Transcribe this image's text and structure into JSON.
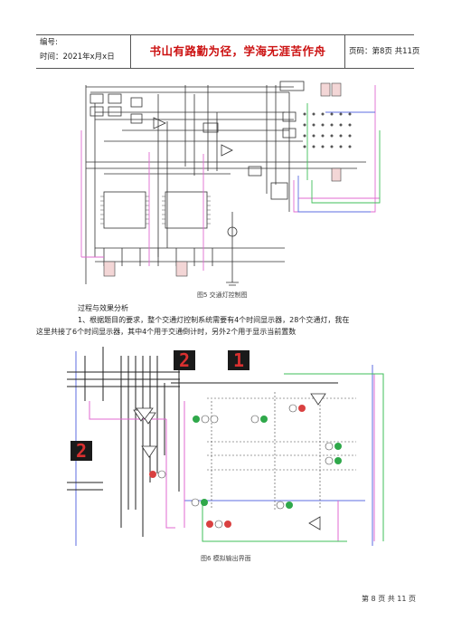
{
  "header": {
    "serial_label": "编号:",
    "time_label": "时间：2021年x月x日",
    "motto": "书山有路勤为径，学海无涯苦作舟",
    "page_info": "页码：第8页 共11页"
  },
  "figure5": {
    "caption": "图5   交通灯控制图"
  },
  "body": {
    "heading": "过程与效果分析",
    "paragraph_line1": "1、根据题目的要求，整个交通灯控制系统需要有4个时间显示器，28个交通灯，我在",
    "paragraph_line2": "这里共接了6个时间显示器，其中4个用于交通倒计时，另外2个用于显示当前置数"
  },
  "figure6": {
    "caption": "图6   模拟输出界面",
    "display_digits": [
      "2",
      "1",
      "2"
    ]
  },
  "footer": {
    "page_text": "第 8 页 共 11 页"
  },
  "colors": {
    "motto": "#cc1111",
    "wire_pink": "#e06ad2",
    "wire_green": "#3fbf5a",
    "wire_blue": "#5c6ee0",
    "segment_red": "#d93030",
    "led_green": "#2fa84a",
    "led_red": "#d94040"
  }
}
